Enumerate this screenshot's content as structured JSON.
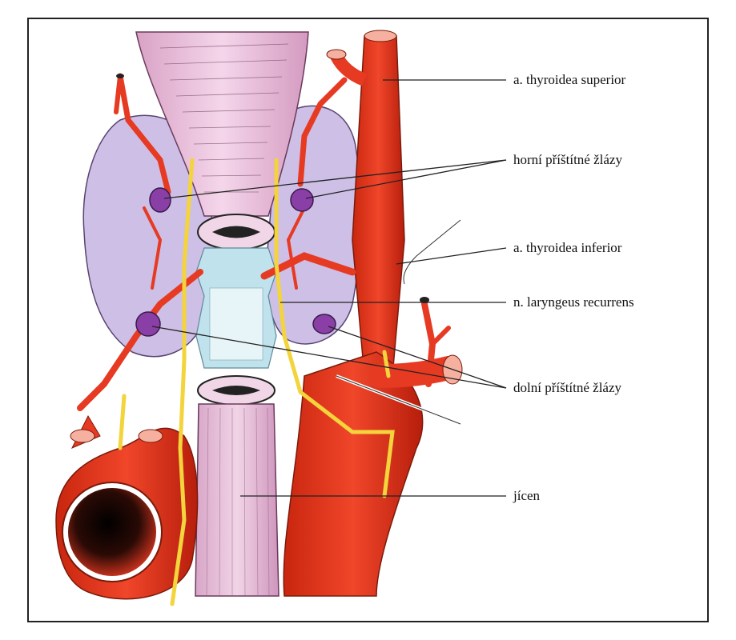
{
  "labels": {
    "thyroidea_superior": "a. thyroidea superior",
    "horni_zlazy": "horní příštítné žlázy",
    "thyroidea_inferior": "a. thyroidea inferior",
    "laryngeus_recurrens": "n. laryngeus recurrens",
    "dolni_zlazy": "dolní příštítné žlázy",
    "jicen": "jícen"
  },
  "colors": {
    "artery": "#e63a22",
    "artery_dark": "#b3200f",
    "thyroid": "#cdbfe6",
    "trachea": "#e8b6d6",
    "nerve": "#f3d43c",
    "parathyroid": "#8a3fa6",
    "cartilage": "#bfe2ec"
  }
}
